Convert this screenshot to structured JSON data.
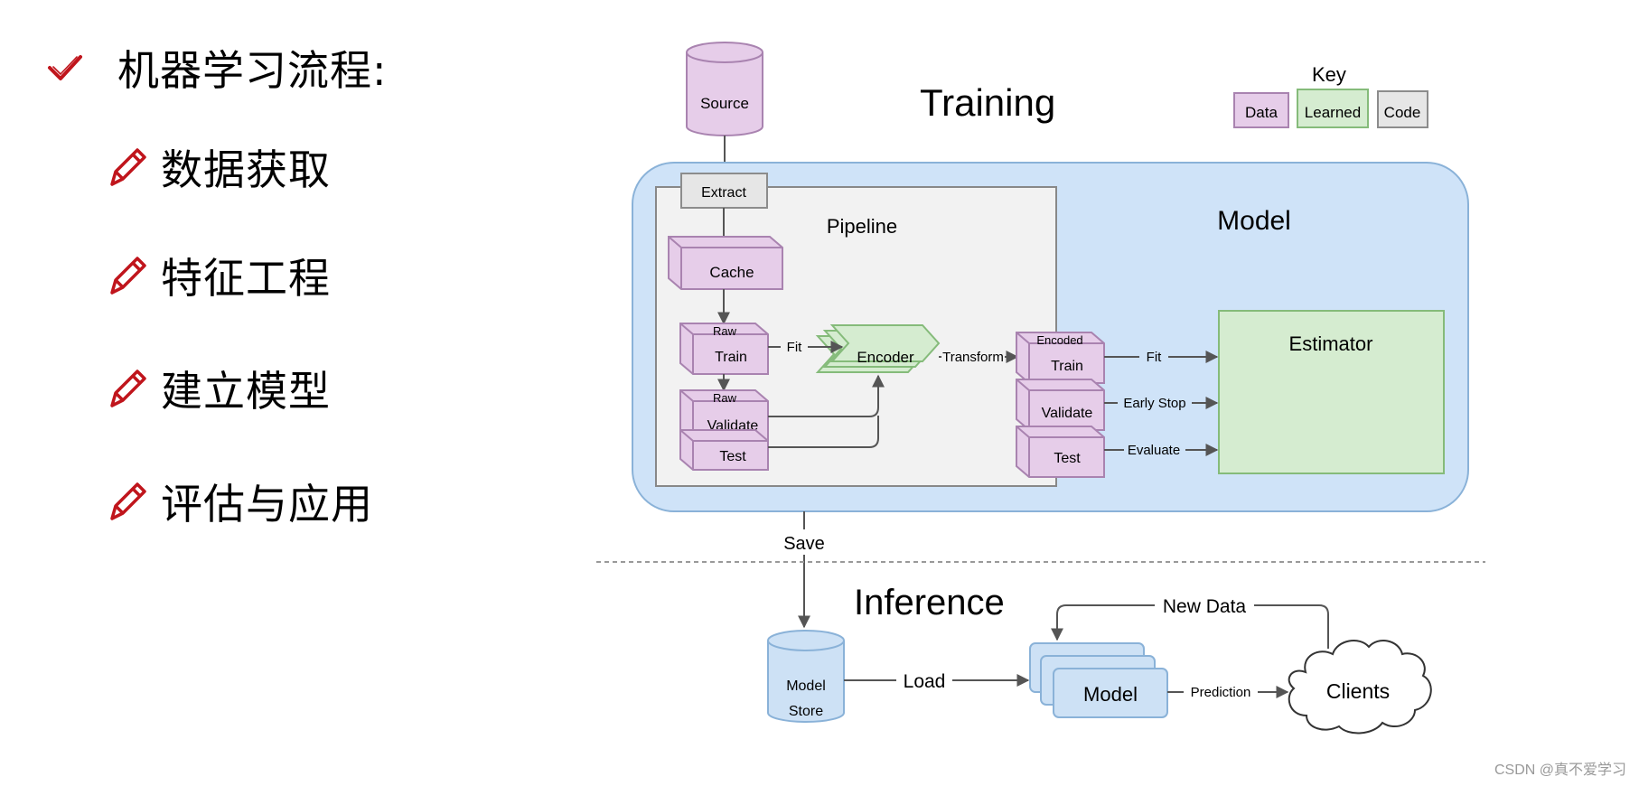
{
  "outline": {
    "title": "机器学习流程:",
    "steps": [
      {
        "label": "数据获取"
      },
      {
        "label": "特征工程"
      },
      {
        "label": "建立模型"
      },
      {
        "label": "评估与应用"
      }
    ]
  },
  "diagram": {
    "training_title": "Training",
    "inference_title": "Inference",
    "key": {
      "title": "Key",
      "data": "Data",
      "learned": "Learned",
      "code": "Code"
    },
    "source": "Source",
    "extract": "Extract",
    "pipeline": "Pipeline",
    "model_region": "Model",
    "cache": "Cache",
    "raw_label": "Raw",
    "train": "Train",
    "validate": "Validate",
    "test": "Test",
    "encoder": "Encoder",
    "encoded_label": "Encoded",
    "estimator": "Estimator",
    "edge_fit": "Fit",
    "edge_transform": "Transform",
    "edge_early_stop": "Early Stop",
    "edge_evaluate": "Evaluate",
    "edge_save": "Save",
    "edge_load": "Load",
    "edge_new_data": "New Data",
    "edge_prediction": "Prediction",
    "model_store_line1": "Model",
    "model_store_line2": "Store",
    "model_instance": "Model",
    "clients": "Clients"
  },
  "colors": {
    "data": "#e6cde9",
    "data_stroke": "#a983b0",
    "learned": "#d5ecd0",
    "learned_stroke": "#85bb7a",
    "code": "#e6e6e6",
    "code_stroke": "#8c8c8c",
    "model_region": "#cfe3f8",
    "model_region_stroke": "#8ab2d8",
    "store": "#cde1f5",
    "accent_red": "#c0151c",
    "line": "#555555"
  },
  "watermark": "CSDN @真不爱学习"
}
